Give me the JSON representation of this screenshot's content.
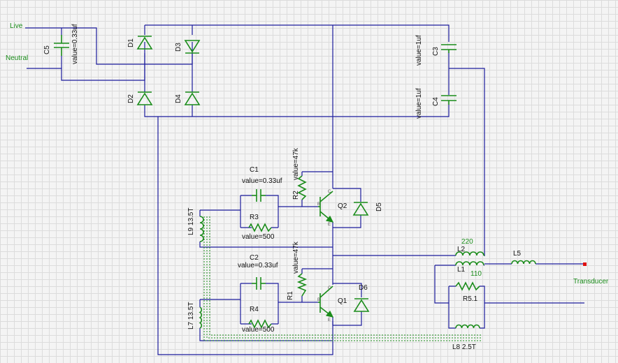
{
  "ports": {
    "live": "Live",
    "neutral": "Neutral",
    "transducer": "Transducer"
  },
  "components": {
    "C5": {
      "name": "C5",
      "value": "value=0.33uf"
    },
    "D1": "D1",
    "D2": "D2",
    "D3": "D3",
    "D4": "D4",
    "D5": "D5",
    "D6": "D6",
    "C3": {
      "name": "C3",
      "value": "value=1uf"
    },
    "C4": {
      "name": "C4",
      "value": "value=1uf"
    },
    "C1": {
      "name": "C1",
      "value": "value=0.33uf"
    },
    "C2": {
      "name": "C2",
      "value": "value=0.33uf"
    },
    "R2": {
      "name": "R2",
      "value": "value=47k"
    },
    "R1": {
      "name": "R1",
      "value": "value=47k"
    },
    "R3": {
      "name": "R3",
      "value": "value=500"
    },
    "R4": {
      "name": "R4",
      "value": "value=500"
    },
    "Q1": "Q1",
    "Q2": "Q2",
    "L9": "L9 13.5T",
    "L7": "L7 13.5T",
    "L2": {
      "name": "L2",
      "value": "220"
    },
    "L1": {
      "name": "L1",
      "value": "110"
    },
    "L5": "L5",
    "R5": "R5.1",
    "L8": "L8 2.5T"
  },
  "pin_labels": {
    "collector": "C",
    "base": "B",
    "emitter": "E"
  },
  "colors": {
    "wire": "#1c1c9c",
    "component": "#1a8c1a",
    "port_marker": "#e01010",
    "grid": "#dcdcdc"
  }
}
